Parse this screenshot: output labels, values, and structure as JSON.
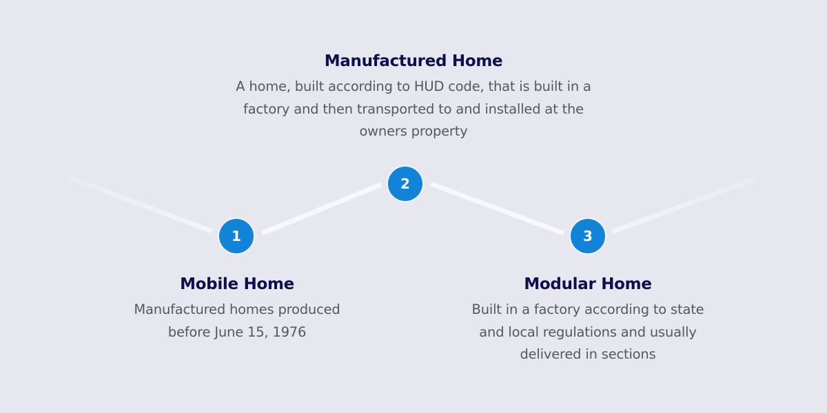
{
  "colors": {
    "background": "#e6e7ef",
    "circle": "#1283d6",
    "title": "#0d0f4f",
    "text": "#56575f",
    "connector": "#f7f7fb"
  },
  "steps": [
    {
      "number": "1",
      "title": "Mobile Home",
      "description_lines": [
        "Manufactured homes produced",
        "before June 15, 1976"
      ]
    },
    {
      "number": "2",
      "title": "Manufactured Home",
      "description_lines": [
        "A home, built according to HUD code, that is built in a",
        "factory and then transported to and installed at the",
        "owners property"
      ]
    },
    {
      "number": "3",
      "title": "Modular Home",
      "description_lines": [
        "Built in a factory according to state",
        "and local regulations and usually",
        "delivered in sections"
      ]
    }
  ]
}
